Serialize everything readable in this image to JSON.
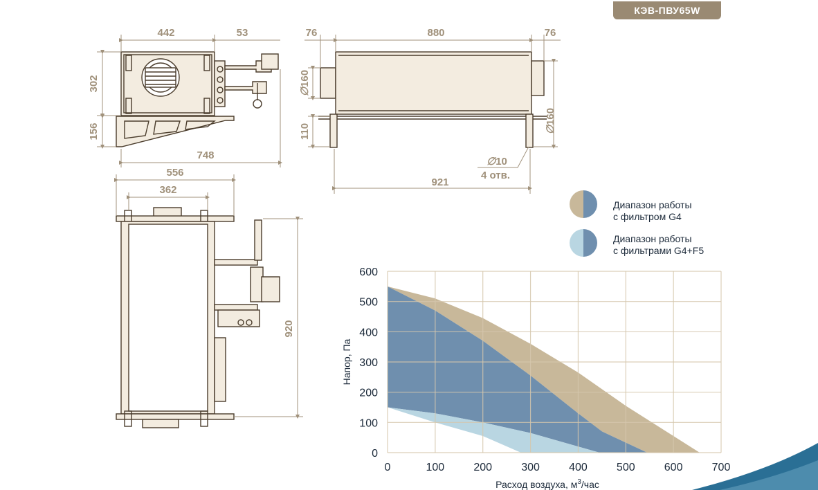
{
  "badge": "КЭВ-ПВУ65W",
  "dimensions": {
    "front_442": "442",
    "front_53": "53",
    "front_302": "302",
    "front_156": "156",
    "front_748": "748",
    "side_76a": "76",
    "side_880": "880",
    "side_76b": "76",
    "side_160a": "160",
    "side_110": "110",
    "side_160b": "160",
    "side_10": "10",
    "side_holes": "4 отв.",
    "side_921": "921",
    "top_556": "556",
    "top_362": "362",
    "top_920": "920"
  },
  "legend": [
    {
      "line1": "Диапазон работы",
      "line2": "с фильтром G4",
      "color": "#c8b89a"
    },
    {
      "line1": "Диапазон работы",
      "line2": "с фильтрами G4+F5",
      "color": "#b9d6e2"
    }
  ],
  "colors": {
    "line": "#4a3c2c",
    "dim": "#a0917b",
    "g4": "#c8b89a",
    "g4f5": "#b9d6e2",
    "blue": "#6f8fae",
    "grid": "#d5c7ad",
    "wave": "#2a6f95"
  },
  "chart_data": {
    "type": "area",
    "xlabel": "Расход воздуха, м",
    "xlabel_sup": "3",
    "xlabel_suffix": "/час",
    "ylabel": "Напор, Па",
    "xlim": [
      0,
      700
    ],
    "ylim": [
      0,
      600
    ],
    "x_ticks": [
      "0",
      "100",
      "200",
      "300",
      "400",
      "500",
      "600",
      "700"
    ],
    "y_ticks": [
      "0",
      "100",
      "200",
      "300",
      "400",
      "500",
      "600"
    ],
    "grid": true,
    "series": [
      {
        "name": "Диапазон работы с фильтром G4",
        "kind": "tan",
        "upper": [
          [
            0,
            550
          ],
          [
            100,
            510
          ],
          [
            200,
            445
          ],
          [
            300,
            360
          ],
          [
            400,
            265
          ],
          [
            500,
            155
          ],
          [
            600,
            55
          ],
          [
            655,
            0
          ]
        ],
        "lower": [
          [
            0,
            550
          ],
          [
            100,
            470
          ],
          [
            200,
            370
          ],
          [
            300,
            255
          ],
          [
            400,
            130
          ],
          [
            450,
            70
          ],
          [
            545,
            0
          ]
        ]
      },
      {
        "name": "blue-overlap",
        "kind": "blue",
        "upper": [
          [
            0,
            550
          ],
          [
            100,
            470
          ],
          [
            200,
            370
          ],
          [
            300,
            255
          ],
          [
            400,
            130
          ],
          [
            450,
            70
          ],
          [
            545,
            0
          ]
        ],
        "lower": [
          [
            0,
            150
          ],
          [
            100,
            130
          ],
          [
            200,
            100
          ],
          [
            300,
            65
          ],
          [
            400,
            20
          ],
          [
            445,
            0
          ]
        ]
      },
      {
        "name": "Диапазон работы с фильтрами G4+F5",
        "kind": "lightblue",
        "upper": [
          [
            0,
            150
          ],
          [
            100,
            130
          ],
          [
            200,
            100
          ],
          [
            300,
            65
          ],
          [
            400,
            20
          ],
          [
            445,
            0
          ]
        ],
        "lower": [
          [
            0,
            150
          ],
          [
            100,
            100
          ],
          [
            200,
            55
          ],
          [
            280,
            0
          ]
        ]
      }
    ]
  }
}
